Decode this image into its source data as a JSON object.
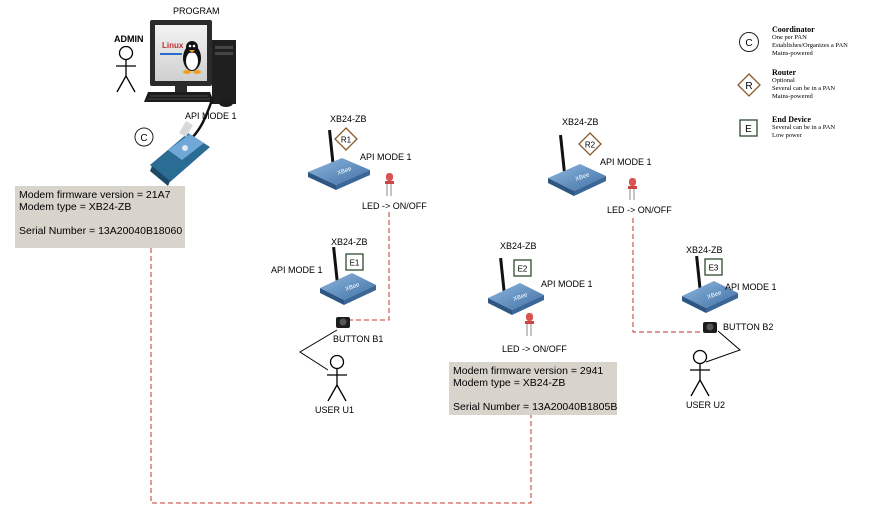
{
  "top": {
    "program_label": "PROGRAM",
    "admin_label": "ADMIN",
    "coordinator_api": "API MODE 1",
    "coordinator_symbol": "C",
    "pc_logo_text": "Linux"
  },
  "coordinator_info": {
    "firmware": "Modem firmware version = 21A7",
    "type": "Modem type = XB24-ZB",
    "serial": "Serial Number = 13A20040B18060"
  },
  "enddevice_info": {
    "firmware": "Modem firmware version = 2941",
    "type": "Modem type = XB24-ZB",
    "serial": "Serial Number = 13A20040B1805B"
  },
  "nodes": {
    "r1": {
      "model": "XB24-ZB",
      "symbol": "R1",
      "api": "API MODE 1",
      "led": "LED -> ON/OFF"
    },
    "r2": {
      "model": "XB24-ZB",
      "symbol": "R2",
      "api": "API MODE 1",
      "led": "LED -> ON/OFF"
    },
    "e1": {
      "model": "XB24-ZB",
      "symbol": "E1",
      "api": "API MODE 1",
      "button": "BUTTON B1",
      "user": "USER U1"
    },
    "e2": {
      "model": "XB24-ZB",
      "symbol": "E2",
      "api": "API MODE 1",
      "led": "LED -> ON/OFF"
    },
    "e3": {
      "model": "XB24-ZB",
      "symbol": "E3",
      "api": "API MODE 1",
      "button": "BUTTON B2",
      "user": "USER U2"
    }
  },
  "legend": {
    "coordinator": {
      "symbol": "C",
      "title": "Coordinator",
      "lines": [
        "One per PAN",
        "Establishes/Organizes a PAN",
        "Mains-powered"
      ]
    },
    "router": {
      "symbol": "R",
      "title": "Router",
      "lines": [
        "Optional",
        "Several can be in a PAN",
        "Mains-powered"
      ]
    },
    "end_device": {
      "symbol": "E",
      "title": "End Device",
      "lines": [
        "Several can be in a PAN",
        "Low power"
      ]
    }
  },
  "colors": {
    "dashed_link": "#c0392b",
    "router_border": "#8b5a2b",
    "infobox_bg": "#d8d4cc",
    "module_blue": "#5b8fc4",
    "led_red": "#d9534f"
  }
}
